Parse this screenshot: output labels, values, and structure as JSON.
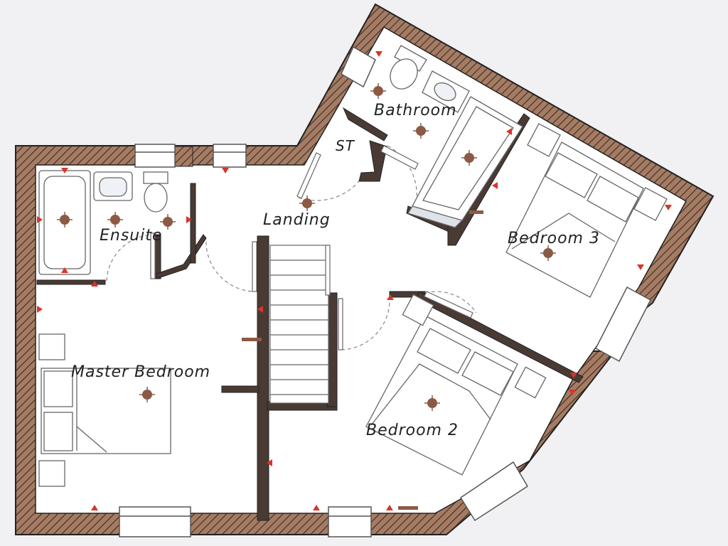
{
  "rooms": {
    "bathroom": "Bathroom",
    "store": "ST",
    "ensuite": "Ensuite",
    "landing": "Landing",
    "bedroom3": "Bedroom 3",
    "master_bedroom": "Master Bedroom",
    "bedroom2": "Bedroom 2"
  },
  "colors": {
    "wall_fill": "#a57c63",
    "wall_hatch": "#3a2a22",
    "floor": "#ffffff",
    "background": "#f1f1f3",
    "fixture_line": "#555555",
    "socket_red": "#d9342b",
    "light_brown": "#8b5a45"
  },
  "symbols": {
    "socket": "triangle-socket-icon",
    "ceiling_light": "ceiling-light-icon",
    "radiator": "radiator-icon"
  }
}
